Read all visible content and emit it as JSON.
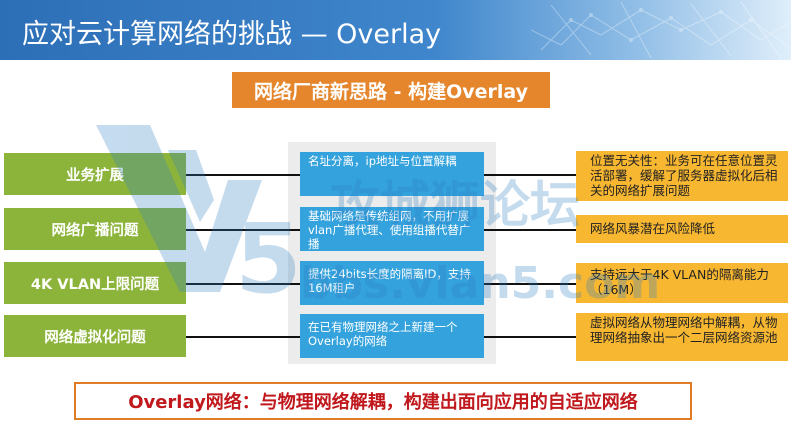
{
  "title": "应对云计算网络的挑战 — Overlay",
  "subtitle": "网络厂商新思路 - 构建Overlay",
  "rows": [
    {
      "left": "业务扩展",
      "middle": "名址分离，ip地址与位置解耦",
      "right": "位置无关性：业务可在任意位置灵活部署，缓解了服务器虚拟化后相关的网络扩展问题"
    },
    {
      "left": "网络广播问题",
      "middle": "基础网络是传统组网，不用扩展vlan广播代理、使用组播代替广播",
      "right": "网络风暴潜在风险降低"
    },
    {
      "left": "4K VLAN上限问题",
      "middle": "提供24bits长度的隔离ID，支持16M租户",
      "right": "支持远大于4K VLAN的隔离能力（16M）"
    },
    {
      "left": "网络虚拟化问题",
      "middle": "在已有物理网络之上新建一个Overlay的网络",
      "right": "虚拟网络从物理网络中解耦，从物理网络抽象出一个二层网络资源池"
    }
  ],
  "conclusion": "Overlay网络：与物理网络解耦，构建出面向应用的自适应网络",
  "watermark": {
    "brand": "攻城狮论坛",
    "url": "bbs.vlan5.com"
  },
  "colors": {
    "title_bar": "#2d6fb7",
    "subtitle_bg": "#e5862c",
    "left_box": "#8cb43b",
    "middle_box": "#34a2dc",
    "right_box": "#f7b731",
    "conclusion_text": "#c0181c",
    "conclusion_border": "#e07c28"
  }
}
